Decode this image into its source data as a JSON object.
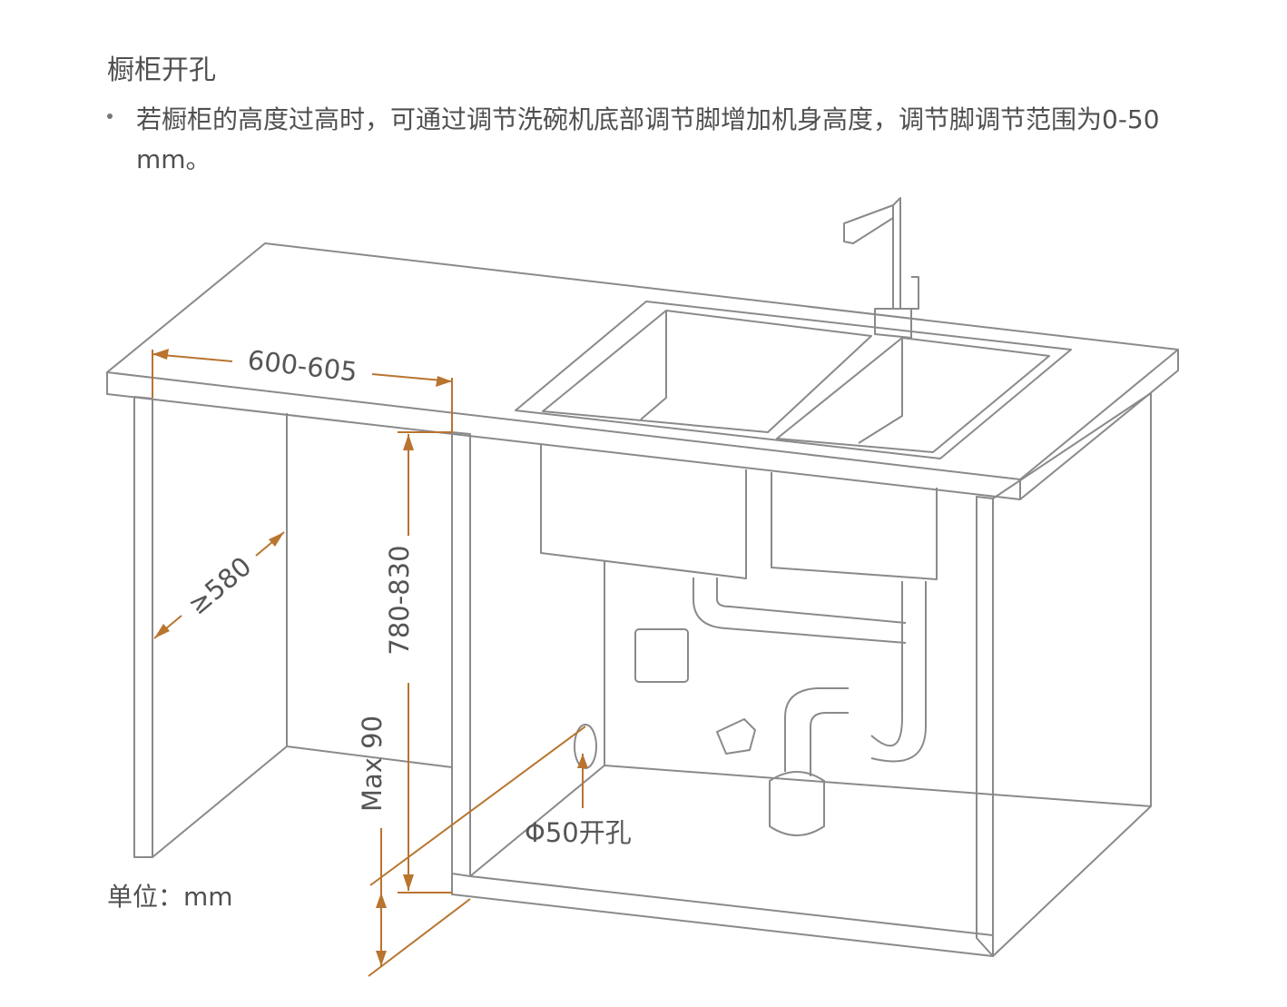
{
  "header": {
    "title": "橱柜开孔"
  },
  "notes": [
    "若橱柜的高度过高时，可通过调节洗碗机底部调节脚增加机身高度，调节脚调节范围为0-50 mm。"
  ],
  "dimensions": {
    "width": "600-605",
    "depth": "≥580",
    "height": "780-830",
    "max_height": "Max 90",
    "hole": "Φ50开孔"
  },
  "unit_label": "单位：mm",
  "colors": {
    "line": "#8a8a8a",
    "dimension": "#b9742f",
    "text": "#555555"
  }
}
